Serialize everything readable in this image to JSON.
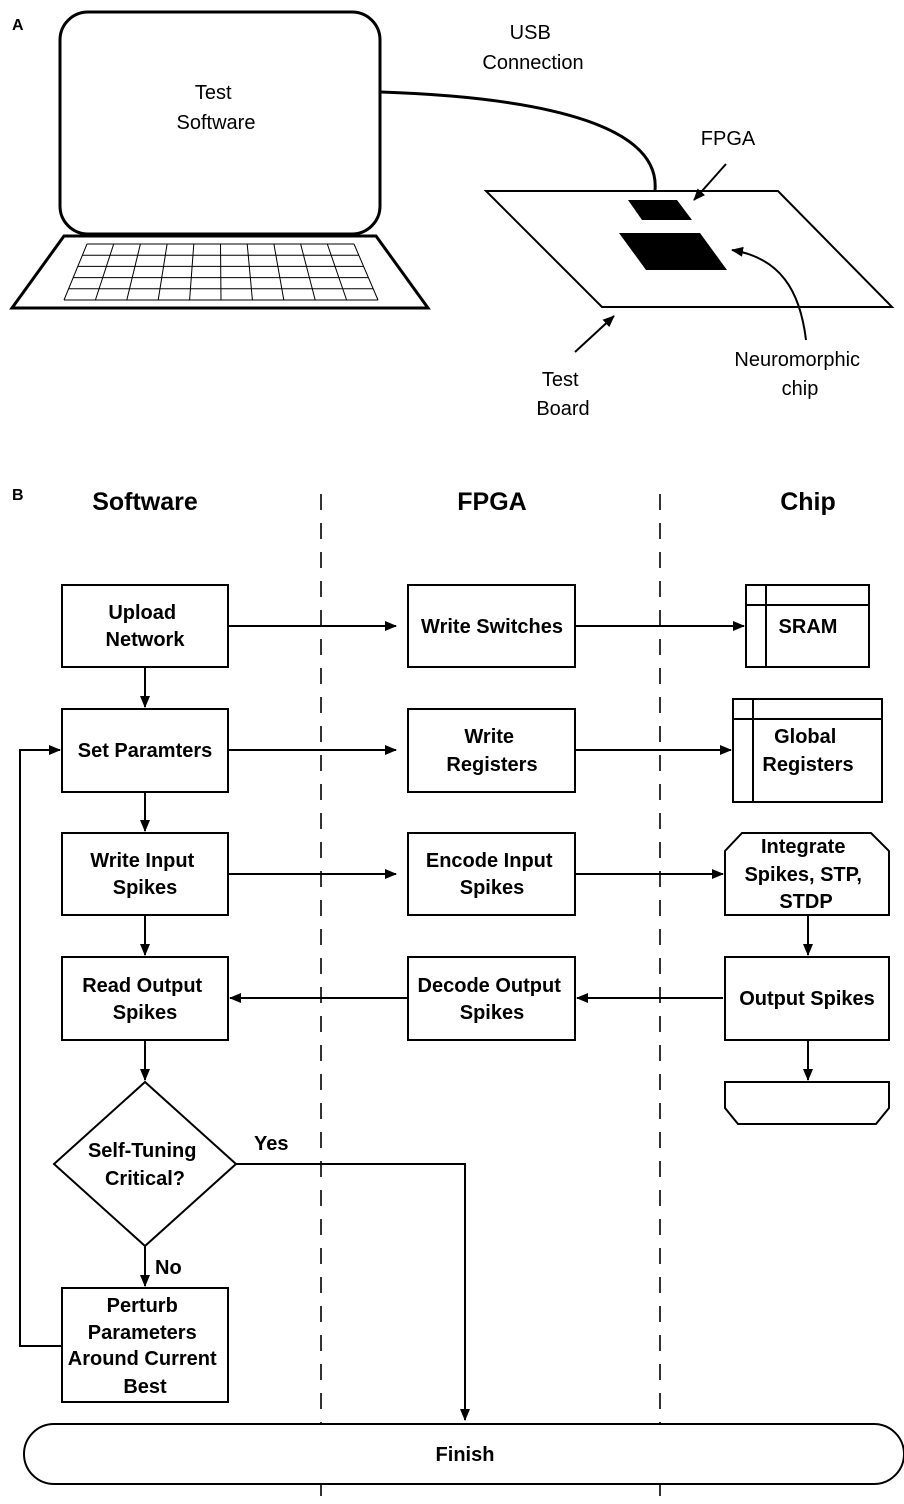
{
  "panel_a": {
    "panel_label": "A",
    "laptop_text": [
      "Test",
      "Software"
    ],
    "usb_text": [
      "USB",
      "Connection"
    ],
    "fpga_text": "FPGA",
    "chip_text": [
      "Neuromorphic",
      "chip"
    ],
    "board_text": [
      "Test",
      "Board"
    ]
  },
  "panel_b": {
    "panel_label": "B",
    "columns": [
      "Software",
      "FPGA",
      "Chip"
    ],
    "software": {
      "upload_network": [
        "Upload",
        "Network"
      ],
      "set_parameters": [
        "Set Paramters"
      ],
      "write_input_spikes": [
        "Write Input",
        "Spikes"
      ],
      "read_output_spikes": [
        "Read Output",
        "Spikes"
      ],
      "decision": [
        "Self-Tuning",
        "Critical?"
      ],
      "perturb": [
        "Perturb",
        "Parameters",
        "Around Current",
        "Best"
      ]
    },
    "fpga": {
      "write_switches": [
        "Write Switches"
      ],
      "write_registers": [
        "Write",
        "Registers"
      ],
      "encode_input_spikes": [
        "Encode Input",
        "Spikes"
      ],
      "decode_output_spikes": [
        "Decode Output",
        "Spikes"
      ]
    },
    "chip": {
      "sram": [
        "SRAM"
      ],
      "global_registers": [
        "Global",
        "Registers"
      ],
      "integrate": [
        "Integrate",
        "Spikes, STP,",
        "STDP"
      ],
      "output_spikes": [
        "Output Spikes"
      ]
    },
    "yes_label": "Yes",
    "no_label": "No",
    "finish": "Finish"
  }
}
